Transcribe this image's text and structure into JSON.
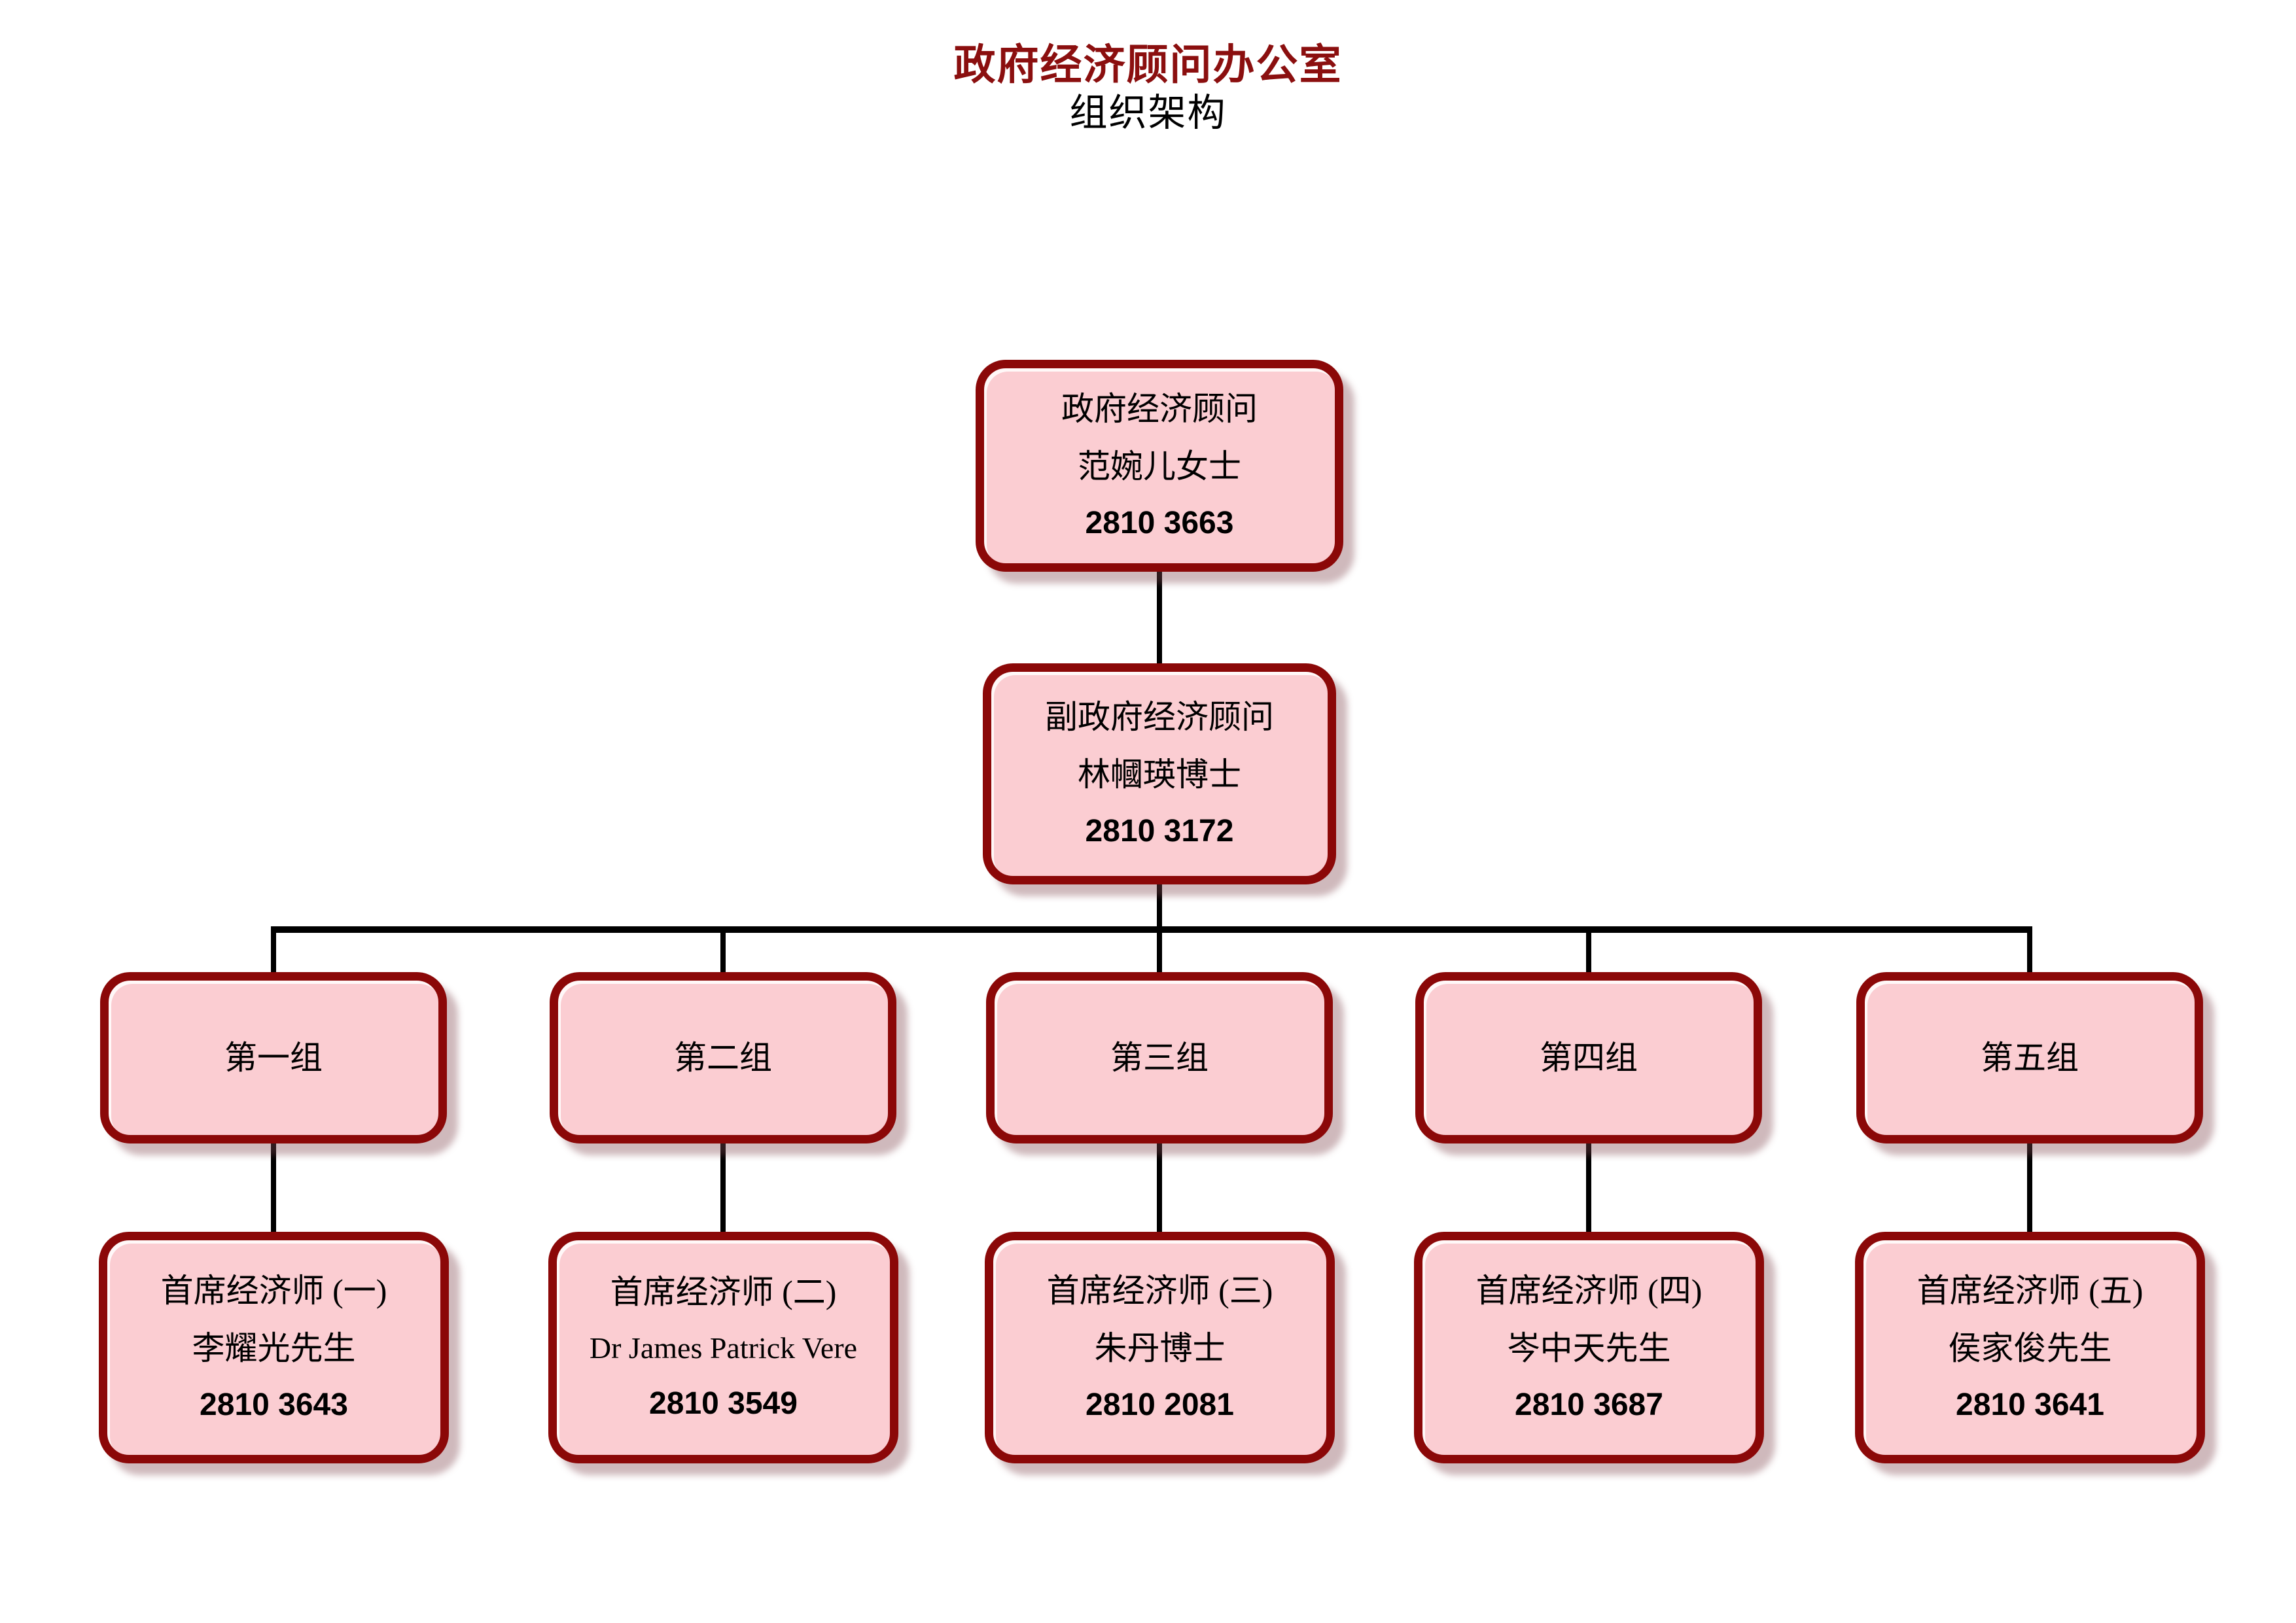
{
  "page": {
    "title": "政府经济顾问办公室",
    "subtitle": "组织架构"
  },
  "colors": {
    "title_red": "#8B0F0F",
    "box_fill": "#FBCDD2",
    "box_border": "#8B0808",
    "connector": "#000000",
    "background": "#FFFFFF"
  },
  "org": {
    "government_economist": {
      "post": "政府经济顾问",
      "name": "范婉儿女士",
      "phone": "2810 3663"
    },
    "deputy_government_economist": {
      "post": "副政府经济顾问",
      "name": "林幗瑛博士",
      "phone": "2810 3172"
    },
    "divisions": [
      {
        "label": "第一组"
      },
      {
        "label": "第二组"
      },
      {
        "label": "第三组"
      },
      {
        "label": "第四组"
      },
      {
        "label": "第五组"
      }
    ],
    "principal_economists": [
      {
        "post": "首席经济师 (一)",
        "name": "李耀光先生",
        "phone": "2810 3643"
      },
      {
        "post": "首席经济师 (二)",
        "name": "Dr James Patrick Vere",
        "phone": "2810 3549"
      },
      {
        "post": "首席经济师 (三)",
        "name": "朱丹博士",
        "phone": "2810 2081"
      },
      {
        "post": "首席经济师 (四)",
        "name": "岑中天先生",
        "phone": "2810 3687"
      },
      {
        "post": "首席经济师 (五)",
        "name": "侯家俊先生",
        "phone": "2810 3641"
      }
    ]
  }
}
